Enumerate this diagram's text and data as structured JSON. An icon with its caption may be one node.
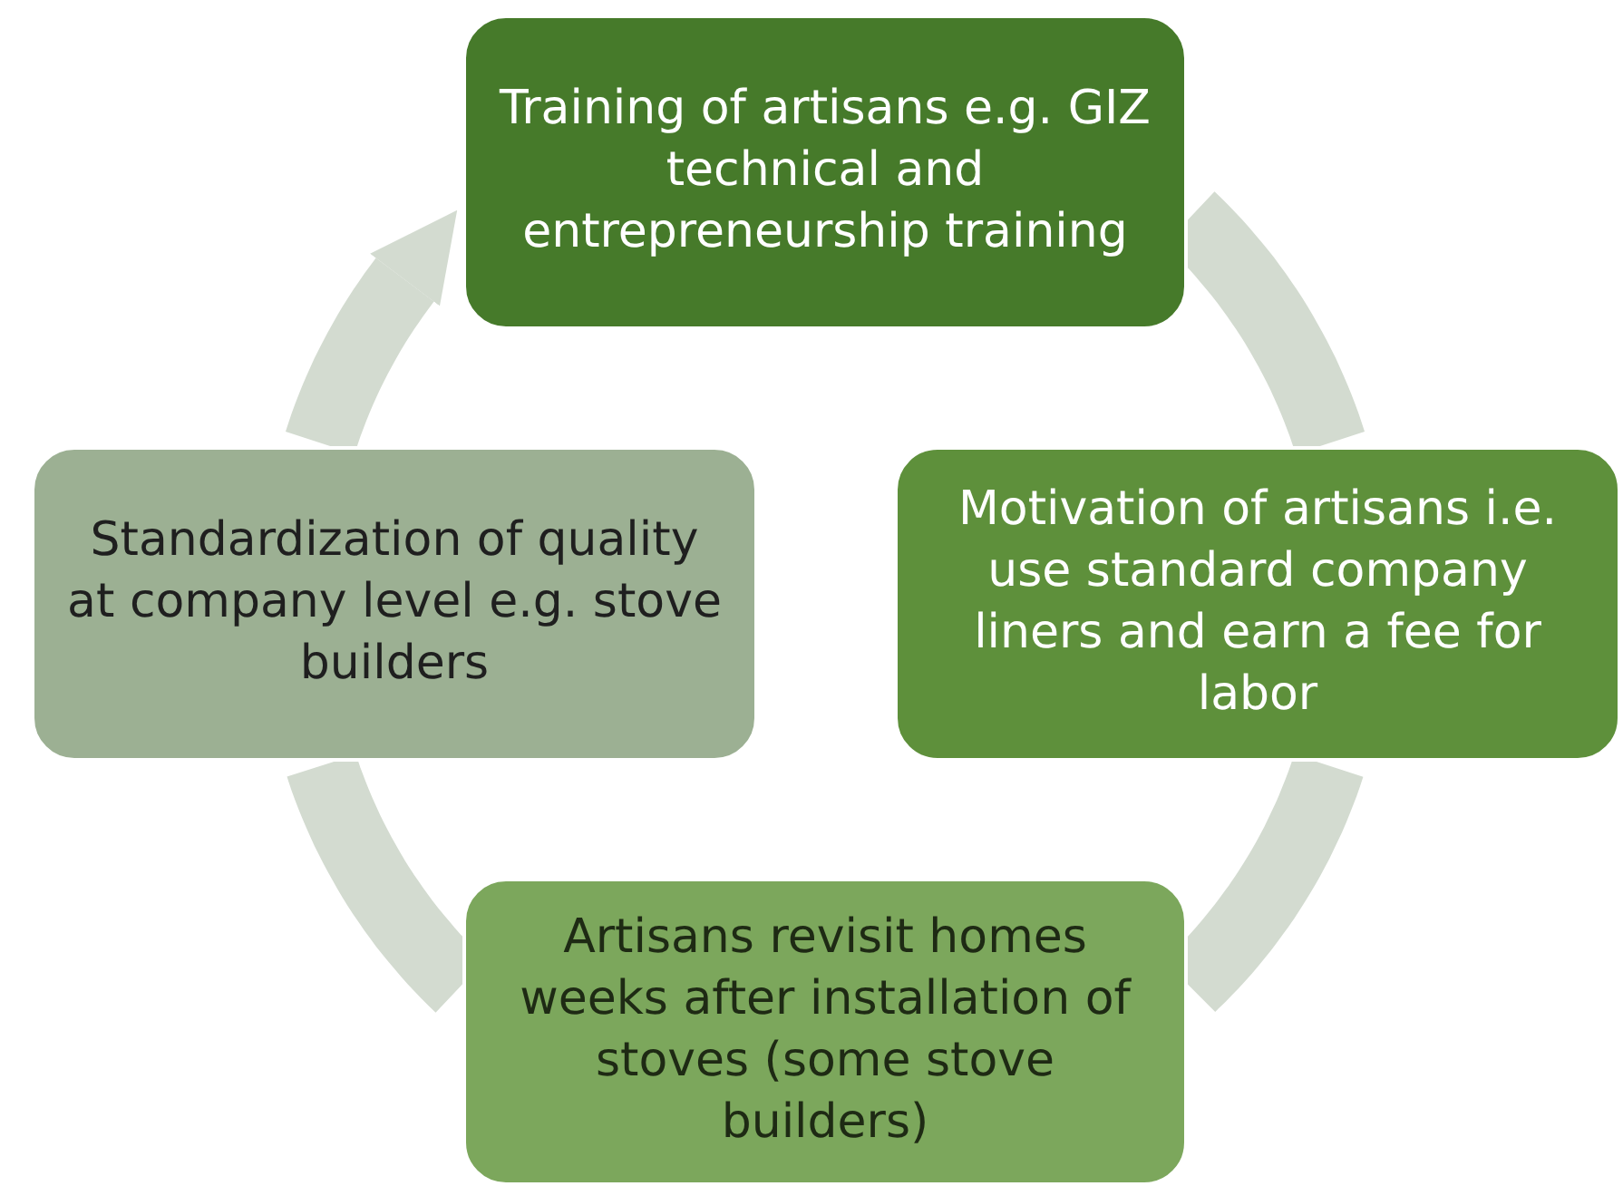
{
  "diagram": {
    "nodes": [
      {
        "text": [
          "Training of artisans e.g. GIZ technical and entrepreneurship training"
        ]
      },
      {
        "text": [
          "Motivation of artisans i.e. use standard company liners  and earn a fee for labor"
        ]
      },
      {
        "text": [
          "Artisans revisit homes weeks after installation of stoves (some stove builders)"
        ]
      },
      {
        "text": [
          "Standardization  of quality at company level e.g. stove builders"
        ]
      }
    ],
    "edges": [
      {
        "from": 0,
        "to": 1,
        "arrow": "none"
      },
      {
        "from": 1,
        "to": 2,
        "arrow": "none"
      },
      {
        "from": 2,
        "to": 3,
        "arrow": "none"
      },
      {
        "from": 3,
        "to": 0,
        "arrow": "to"
      }
    ]
  }
}
